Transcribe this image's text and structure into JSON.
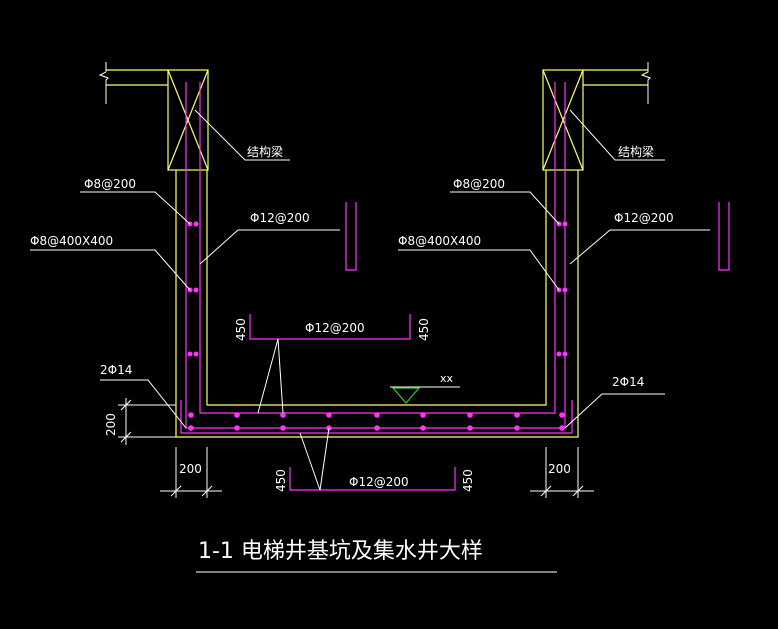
{
  "colors": {
    "background": "#000000",
    "structure": "#ffff66",
    "rebar": "#ff33ff",
    "leader": "#ffffff",
    "dimension": "#ffffff",
    "level_mark": "#33cc33"
  },
  "labels": {
    "beam_left": "结构梁",
    "beam_right": "结构梁",
    "stirrup_left": "Φ8@200",
    "stirrup_right": "Φ8@200",
    "tie_left": "Φ8@400X400",
    "tie_right": "Φ8@400X400",
    "wall_bar_left": "Φ12@200",
    "wall_bar_right": "Φ12@200",
    "slab_top": "Φ12@200",
    "slab_bottom": "Φ12@200",
    "corner_left": "2Φ14",
    "corner_right": "2Φ14",
    "level": "xx"
  },
  "dimensions": {
    "slab_thickness": "200",
    "wall_left": "200",
    "wall_right": "200",
    "hook_top_left": "450",
    "hook_top_right": "450",
    "hook_bottom_left": "450",
    "hook_bottom_right": "450"
  },
  "title": "1-1  电梯井基坑及集水井大样"
}
